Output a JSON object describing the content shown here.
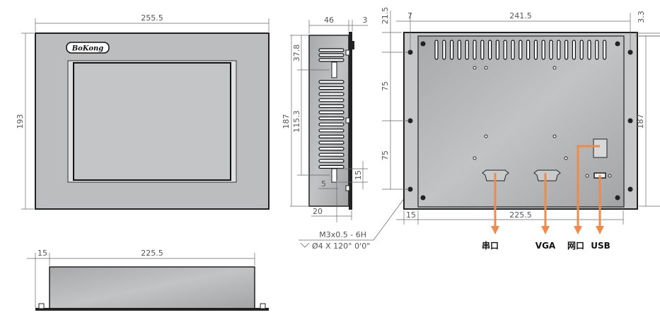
{
  "front_view": {
    "logo": "BoKong",
    "width_dim": "255.5",
    "height_dim": "193"
  },
  "bottom_view": {
    "offset_dim": "15",
    "width_dim": "225.5"
  },
  "side_view": {
    "depth_dim": "46",
    "plate_dim": "3",
    "height_dim": "187",
    "upper_dim": "37.8",
    "mid_dim": "115.3",
    "slot_dim": "15",
    "small_dim": "5",
    "bottom_dim": "20"
  },
  "rear_view": {
    "top_offset_dim": "21.5",
    "left_offset_dim": "7",
    "width_dim": "241.5",
    "right_offset_dim": "3.3",
    "spacing_dim_1": "75",
    "spacing_dim_2": "75",
    "height_dim": "187",
    "bottom_offset_dim": "15",
    "bottom_width_dim": "225.5"
  },
  "thread_note": {
    "line1": "M3x0.5 - 6H",
    "line2": "Ø4 X 120° 0'0\""
  },
  "ports": [
    {
      "label": "串口"
    },
    {
      "label": "VGA"
    },
    {
      "label": "网口"
    },
    {
      "label": "USB"
    }
  ],
  "colors": {
    "arrow": "#f08a4b",
    "panel": "#b9babc",
    "screen": "#c4c5c7"
  }
}
